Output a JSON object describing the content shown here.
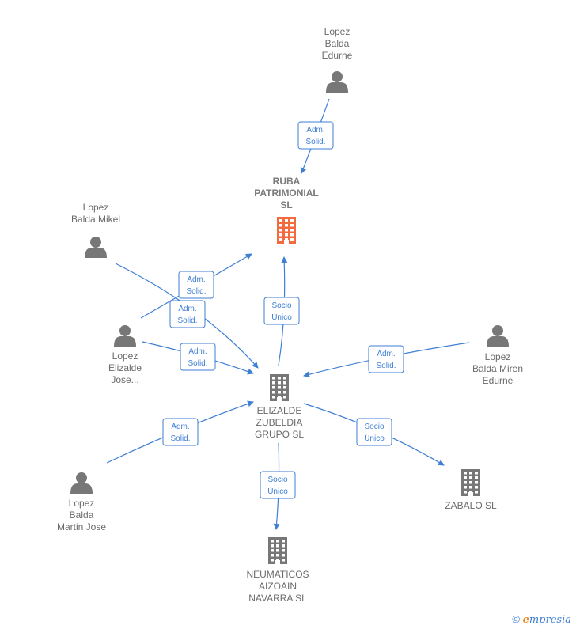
{
  "nodes": {
    "ruba": {
      "label": [
        "RUBA",
        "PATRIMONIAL",
        "SL"
      ],
      "kind": "company-main"
    },
    "elizalde_grupo": {
      "label": [
        "ELIZALDE",
        "ZUBELDIA",
        "GRUPO  SL"
      ],
      "kind": "company"
    },
    "zabalo": {
      "label": [
        "ZABALO SL"
      ],
      "kind": "company"
    },
    "neumaticos": {
      "label": [
        "NEUMATICOS",
        "AIZOAIN",
        "NAVARRA  SL"
      ],
      "kind": "company"
    },
    "lopez_balda_edurne": {
      "label": [
        "Lopez",
        "Balda",
        "Edurne"
      ],
      "kind": "person"
    },
    "lopez_balda_mikel": {
      "label": [
        "Lopez",
        "Balda Mikel"
      ],
      "kind": "person"
    },
    "lopez_elizalde_jose": {
      "label": [
        "Lopez",
        "Elizalde",
        "Jose..."
      ],
      "kind": "person"
    },
    "lopez_balda_miren": {
      "label": [
        "Lopez",
        "Balda Miren",
        "Edurne"
      ],
      "kind": "person"
    },
    "lopez_balda_martin": {
      "label": [
        "Lopez",
        "Balda",
        "Martin Jose"
      ],
      "kind": "person"
    }
  },
  "edges": [
    {
      "from": "lopez_balda_edurne",
      "to": "ruba",
      "label": [
        "Adm.",
        "Solid."
      ]
    },
    {
      "from": "lopez_elizalde_jose",
      "to": "ruba",
      "label": [
        "Adm.",
        "Solid."
      ]
    },
    {
      "from": "elizalde_grupo",
      "to": "ruba",
      "label": [
        "Socio",
        "Único"
      ]
    },
    {
      "from": "lopez_balda_mikel",
      "to": "elizalde_grupo",
      "label": [
        "Adm.",
        "Solid."
      ]
    },
    {
      "from": "lopez_elizalde_jose",
      "to": "elizalde_grupo",
      "label": [
        "Adm.",
        "Solid."
      ]
    },
    {
      "from": "lopez_balda_miren",
      "to": "elizalde_grupo",
      "label": [
        "Adm.",
        "Solid."
      ]
    },
    {
      "from": "lopez_balda_martin",
      "to": "elizalde_grupo",
      "label": [
        "Adm.",
        "Solid."
      ]
    },
    {
      "from": "elizalde_grupo",
      "to": "zabalo",
      "label": [
        "Socio",
        "Único"
      ]
    },
    {
      "from": "elizalde_grupo",
      "to": "neumaticos",
      "label": [
        "Socio",
        "Único"
      ]
    }
  ],
  "colors": {
    "edge": "#3f7fd4",
    "person_icon": "#777777",
    "company_icon": "#777777",
    "main_company_icon": "#f26a3d"
  },
  "brand": {
    "symbol": "©",
    "initial": "e",
    "rest": "mpresia"
  }
}
